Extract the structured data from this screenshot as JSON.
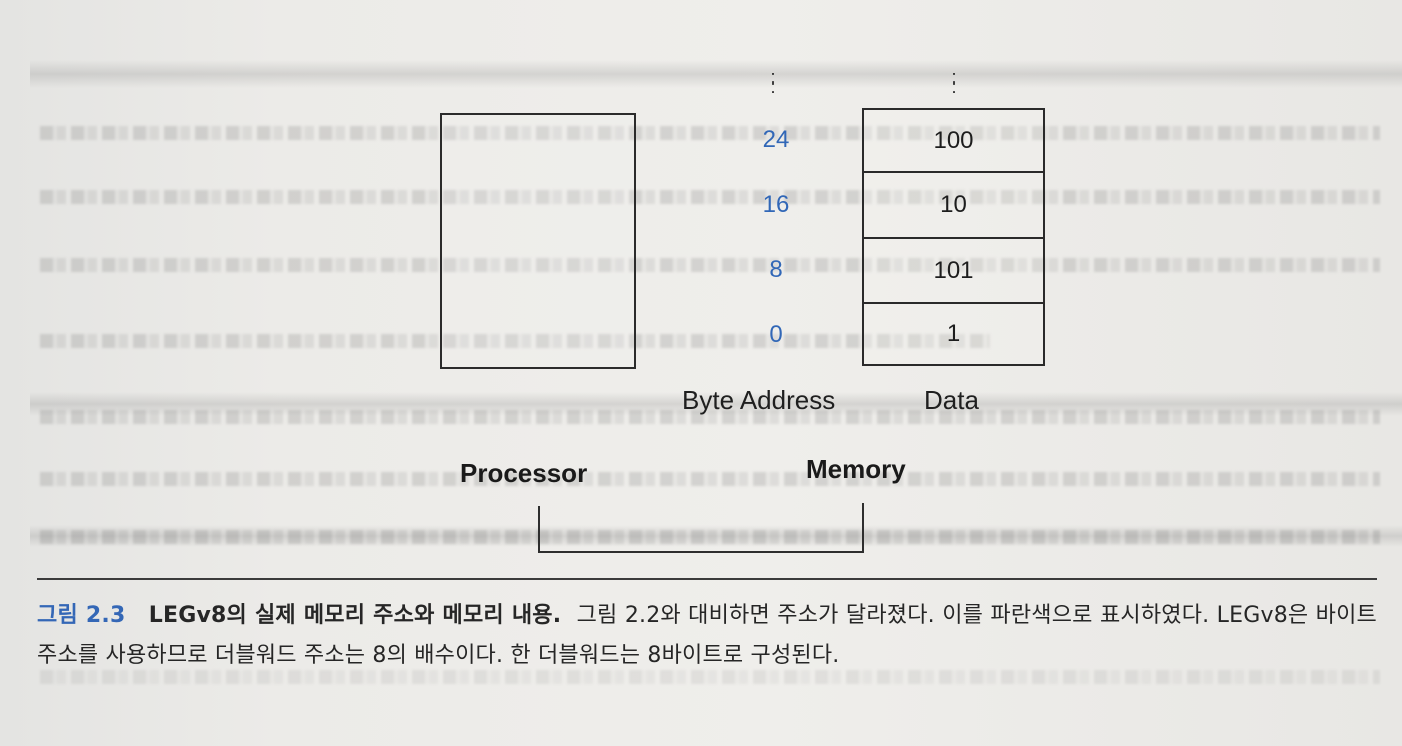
{
  "figure": {
    "top_ellipsis": ":",
    "processor_label": "Processor",
    "memory_label": "Memory",
    "byte_address_label": "Byte Address",
    "data_label": "Data",
    "address_values": [
      "24",
      "16",
      "8",
      "0"
    ],
    "data_values": [
      "100",
      "10",
      "101",
      "1"
    ],
    "address_color": "#3167b7",
    "line_color": "#2b2b2b"
  },
  "caption": {
    "label": "그림 2.3",
    "title": "LEGv8의 실제 메모리 주소와 메모리 내용.",
    "body": "그림 2.2와 대비하면 주소가 달라졌다. 이를 파란색으로 표시하였다. LEGv8은 바이트 주소를 사용하므로 더블워드 주소는 8의 배수이다. 한 더블워드는 8바이트로 구성된다."
  }
}
